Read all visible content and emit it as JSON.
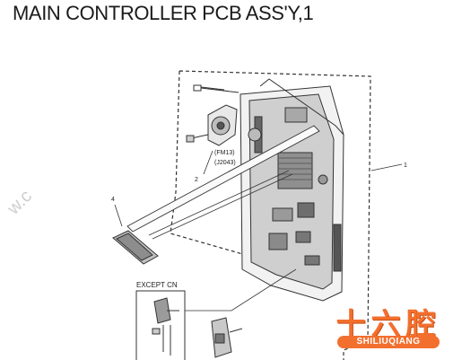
{
  "title": "MAIN CONTROLLER PCB ASS'Y,1",
  "callouts": {
    "assembly": "1",
    "fan": "2",
    "small_board": "4",
    "fan_code": "(FM13)",
    "fan_connector": "(J2043)"
  },
  "inset_label": "EXCEPT CN",
  "watermark": "w.c",
  "logo": {
    "chinese": "十六腔",
    "english": "SHILIUQIANG",
    "color": "#f36f2e"
  }
}
